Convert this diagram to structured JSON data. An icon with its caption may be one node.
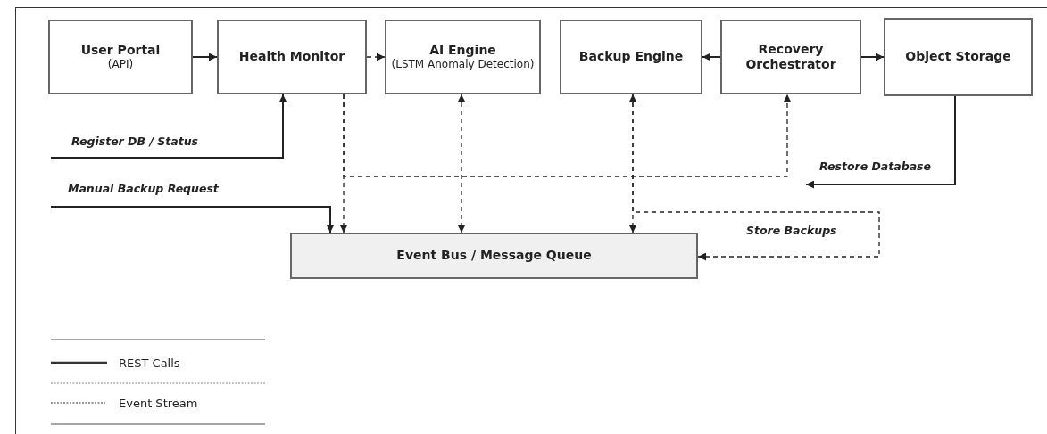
{
  "diagram": {
    "nodes": [
      {
        "text": [
          "User Portal",
          "(API)"
        ]
      },
      {
        "text": [
          "Health Monitor"
        ]
      },
      {
        "text": [
          "AI Engine",
          "(LSTM Anomaly Detection)"
        ]
      },
      {
        "text": [
          "Backup Engine"
        ]
      },
      {
        "text": [
          "Recovery Orchestrator"
        ]
      },
      {
        "text": [
          "Object Storage"
        ]
      },
      {
        "text": [
          "Event Bus / Message Queue"
        ]
      }
    ],
    "edges": [
      {
        "from": 0,
        "to": 1,
        "arrow": "to"
      },
      {
        "from": 1,
        "to": 2,
        "arrow": "to",
        "style": "dashed"
      },
      {
        "from": 4,
        "to": 3,
        "arrow": "to"
      },
      {
        "from": 4,
        "to": 5,
        "arrow": "to"
      },
      {
        "from": null,
        "to": 1,
        "arrow": "to",
        "label": "Register DB / Status"
      },
      {
        "from": null,
        "to": 6,
        "arrow": "to",
        "label": "Manual Backup Request"
      },
      {
        "from": 1,
        "to": 6,
        "arrow": "to",
        "style": "dashed"
      },
      {
        "from": 1,
        "to": 4,
        "arrow": "to",
        "style": "dashed"
      },
      {
        "from": 2,
        "to": 6,
        "arrow": "both",
        "style": "dashed"
      },
      {
        "from": 3,
        "to": 6,
        "arrow": "both",
        "style": "dashed"
      },
      {
        "from": 3,
        "to": 6,
        "arrow": "to",
        "style": "dashed",
        "label": "Store Backups"
      },
      {
        "from": 5,
        "to": null,
        "arrow": "to",
        "label": "Restore Database"
      }
    ],
    "legend": [
      {
        "text": "REST Calls"
      },
      {
        "text": "Event Stream"
      }
    ]
  }
}
